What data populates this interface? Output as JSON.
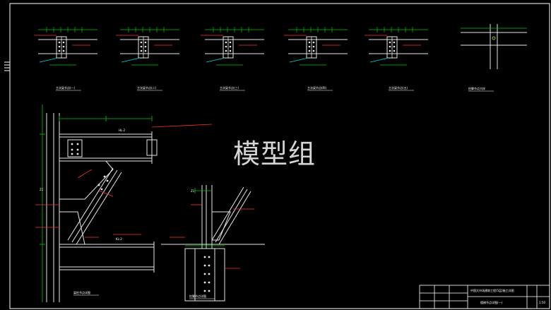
{
  "watermark": "模型组",
  "colors": {
    "background": "#000000",
    "frame": "#ffffff",
    "steel": "#e6e6e6",
    "dimension": "#00c800",
    "leader": "#ff3030",
    "text": "#ffffff",
    "cyan": "#00e0e0",
    "yellow": "#e6e600"
  },
  "title_block": {
    "project": "中国大市场建筑工程(5层)施工详图",
    "drawing": "楼梯节点详图(一)",
    "scale": "1:50"
  },
  "detail_titles": [
    "主次梁节点(一)",
    "主次梁节点(二)",
    "主次梁节点(三)",
    "主次梁节点(四)",
    "主次梁节点(五)",
    "柱脚节点大样",
    "梁柱节点详图",
    "柱脚节点详图"
  ],
  "labels": {
    "beam_ll2": "HL-2",
    "beam_ll2b": "KL-2",
    "col_mark": "Z1"
  }
}
